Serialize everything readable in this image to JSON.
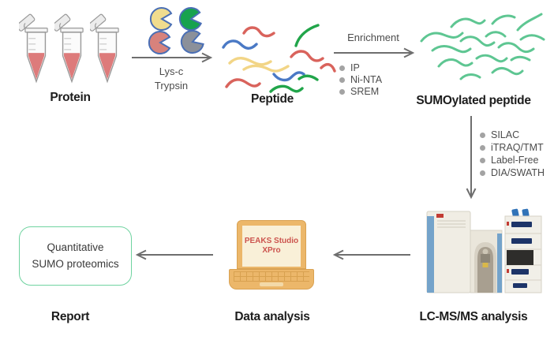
{
  "stage_labels": {
    "protein": "Protein",
    "peptide": "Peptide",
    "sumoylated_peptide": "SUMOylated peptide",
    "lcms": "LC-MS/MS analysis",
    "data_analysis": "Data analysis",
    "report": "Report"
  },
  "digestion_arrow": {
    "line1": "Lys-c",
    "line2": "Trypsin"
  },
  "enrichment_arrow": {
    "label": "Enrichment",
    "bullets": [
      "IP",
      "Ni-NTA",
      "SREM"
    ]
  },
  "quantification_arrow": {
    "bullets": [
      "SILAC",
      "iTRAQ/TMT",
      "Label-Free",
      "DIA/SWATH"
    ]
  },
  "laptop": {
    "screen_line1": "PEAKS Studio",
    "screen_line2": "XPro"
  },
  "report_box": {
    "line1": "Quantitative",
    "line2": "SUMO proteomics"
  },
  "colors": {
    "arrow_gray": "#6e6e6e",
    "label_text": "#1d1d1d",
    "gray_text": "#4c4c4c",
    "bullet_dot": "#a3a3a3",
    "tube_liquid": "#dd7b7b",
    "enzyme_yellow": "#f0dc8e",
    "enzyme_green": "#17a24e",
    "enzyme_red": "#d7827c",
    "enzyme_gray": "#8b909a",
    "enzyme_outline": "#4a6fb5",
    "peptide_blue": "#4a79c5",
    "peptide_red": "#d9635c",
    "peptide_yellow": "#f2d586",
    "peptide_green": "#21a54a",
    "sumo_green": "#5ec492",
    "laptop_orange": "#ecb76a",
    "laptop_screen_bg": "#f9f0d8",
    "peaks_text_red": "#cc544e",
    "report_box_border": "#6fd3a0",
    "instrument_blue": "#74a3ca"
  }
}
